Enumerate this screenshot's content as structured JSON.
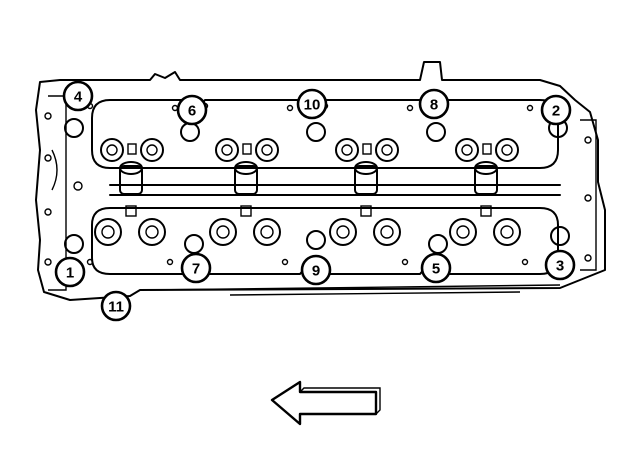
{
  "callouts": [
    {
      "id": "c1",
      "label": "1"
    },
    {
      "id": "c2",
      "label": "2"
    },
    {
      "id": "c3",
      "label": "3"
    },
    {
      "id": "c4",
      "label": "4"
    },
    {
      "id": "c5",
      "label": "5"
    },
    {
      "id": "c6",
      "label": "6"
    },
    {
      "id": "c7",
      "label": "7"
    },
    {
      "id": "c8",
      "label": "8"
    },
    {
      "id": "c9",
      "label": "9"
    },
    {
      "id": "c10",
      "label": "10"
    },
    {
      "id": "c11",
      "label": "11"
    }
  ],
  "arrow": {
    "direction": "left"
  },
  "colors": {
    "ink": "#000000",
    "paper": "#ffffff"
  }
}
